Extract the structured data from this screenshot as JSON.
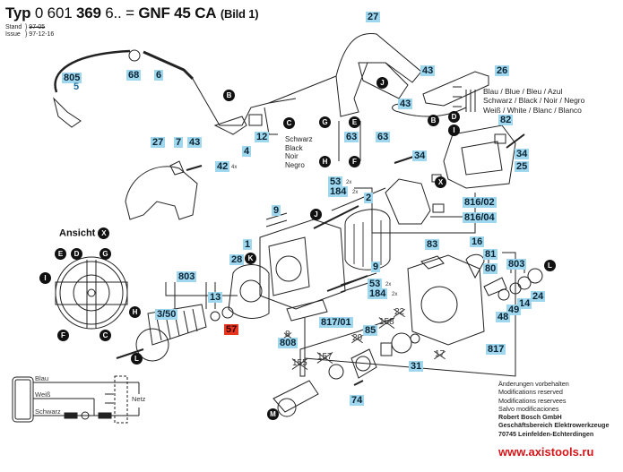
{
  "header": {
    "typ_label": "Typ",
    "typ_number_plain": "0 601",
    "typ_number_bold": "369",
    "typ_suffix": "6.. =",
    "model": "GNF 45 CA",
    "figure": "(Bild 1)",
    "stand_label": "Stand",
    "issue_label": "Issue",
    "stand_old_date": "97-05",
    "issue_date": "97-12-16"
  },
  "part_labels": [
    {
      "id": "27-top",
      "text": "27"
    },
    {
      "id": "43-a",
      "text": "43"
    },
    {
      "id": "26",
      "text": "26"
    },
    {
      "id": "43-b",
      "text": "43"
    },
    {
      "id": "805",
      "text": "805"
    },
    {
      "id": "5",
      "text": "5"
    },
    {
      "id": "68",
      "text": "68"
    },
    {
      "id": "6",
      "text": "6"
    },
    {
      "id": "12",
      "text": "12"
    },
    {
      "id": "4",
      "text": "4"
    },
    {
      "id": "27-left",
      "text": "27"
    },
    {
      "id": "7",
      "text": "7"
    },
    {
      "id": "43-c",
      "text": "43"
    },
    {
      "id": "42",
      "text": "42"
    },
    {
      "id": "63-a",
      "text": "63"
    },
    {
      "id": "63-b",
      "text": "63"
    },
    {
      "id": "82",
      "text": "82"
    },
    {
      "id": "34-right",
      "text": "34"
    },
    {
      "id": "25",
      "text": "25"
    },
    {
      "id": "34-mid",
      "text": "34"
    },
    {
      "id": "53-a",
      "text": "53"
    },
    {
      "id": "184-a",
      "text": "184"
    },
    {
      "id": "2",
      "text": "2"
    },
    {
      "id": "816/02",
      "text": "816/02"
    },
    {
      "id": "816/04",
      "text": "816/04"
    },
    {
      "id": "16",
      "text": "16"
    },
    {
      "id": "9-a",
      "text": "9"
    },
    {
      "id": "1",
      "text": "1"
    },
    {
      "id": "28",
      "text": "28"
    },
    {
      "id": "803-left",
      "text": "803"
    },
    {
      "id": "13",
      "text": "13"
    },
    {
      "id": "3/50",
      "text": "3/50"
    },
    {
      "id": "57",
      "text": "57",
      "highlight": true
    },
    {
      "id": "9-b",
      "text": "9"
    },
    {
      "id": "53-b",
      "text": "53"
    },
    {
      "id": "184-b",
      "text": "184"
    },
    {
      "id": "83",
      "text": "83"
    },
    {
      "id": "81",
      "text": "81"
    },
    {
      "id": "80",
      "text": "80"
    },
    {
      "id": "803-right",
      "text": "803"
    },
    {
      "id": "24",
      "text": "24"
    },
    {
      "id": "14",
      "text": "14"
    },
    {
      "id": "49",
      "text": "49"
    },
    {
      "id": "48",
      "text": "48"
    },
    {
      "id": "817/01",
      "text": "817/01"
    },
    {
      "id": "85",
      "text": "85"
    },
    {
      "id": "808",
      "text": "808"
    },
    {
      "id": "31",
      "text": "31"
    },
    {
      "id": "74",
      "text": "74"
    },
    {
      "id": "817",
      "text": "817"
    }
  ],
  "crossed_labels": [
    "20",
    "158",
    "22",
    "155",
    "157",
    "17",
    "8"
  ],
  "multipliers": {
    "x2": "2x",
    "x4": "4x"
  },
  "ref_markers": [
    "B",
    "J",
    "C",
    "D",
    "I",
    "G",
    "E",
    "H",
    "F",
    "X",
    "K",
    "L",
    "M"
  ],
  "wire_colors": {
    "blue": "Blau / Blue / Bleu / Azul",
    "black": "Schwarz / Black / Noir / Negro",
    "white": "Weiß / White / Blanc / Blanco"
  },
  "switch_wire": [
    "Schwarz",
    "Black",
    "Noir",
    "Negro"
  ],
  "view": {
    "label": "Ansicht",
    "marker": "X"
  },
  "circuit": {
    "blau": "Blau",
    "weiss": "Weiß",
    "schwarz": "Schwarz",
    "netz": "Netz"
  },
  "footer": {
    "lines": [
      "Änderungen vorbehalten",
      "Modifications reserved",
      "Modifications reservees",
      "Salvo modificaciones"
    ],
    "company": "Robert Bosch GmbH",
    "division": "Geschäftsbereich Elektrowerkzeuge",
    "address": "70745 Leinfelden-Echterdingen"
  },
  "watermark": "www.axistools.ru",
  "colors": {
    "label_bg": "#9fd8ee",
    "highlight_bg": "#e8351f",
    "watermark": "#d4161a"
  }
}
